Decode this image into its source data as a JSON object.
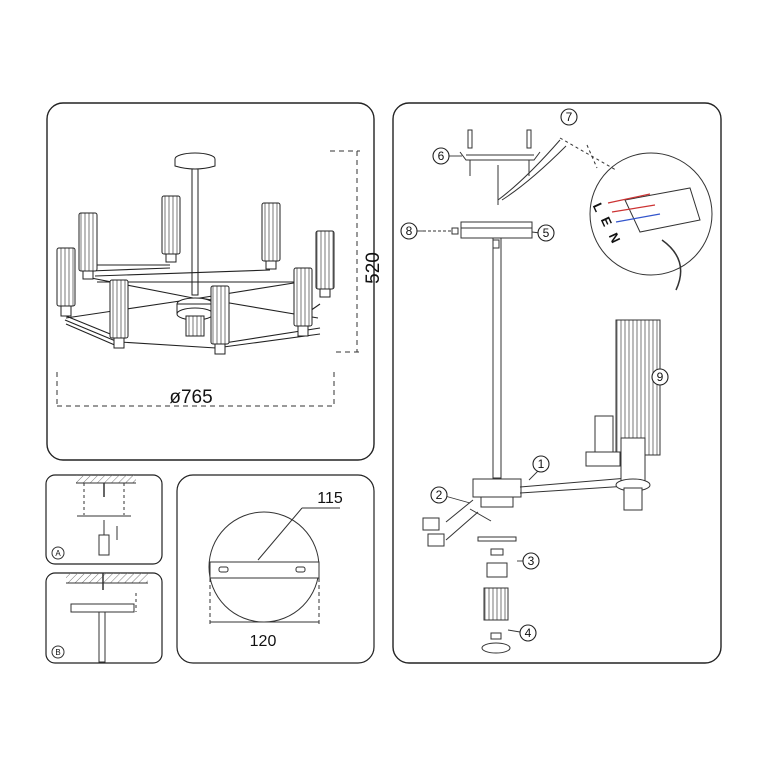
{
  "main_view": {
    "diameter_label": "ø765",
    "height_label": "520"
  },
  "panel_a": {
    "label": "A"
  },
  "panel_b": {
    "label": "B"
  },
  "canopy_detail": {
    "dim_top": "115",
    "dim_bottom": "120"
  },
  "assembly": {
    "callouts": [
      "1",
      "2",
      "3",
      "4",
      "5",
      "6",
      "7",
      "8",
      "9"
    ],
    "wire_letters": [
      "L",
      "E",
      "N"
    ]
  }
}
